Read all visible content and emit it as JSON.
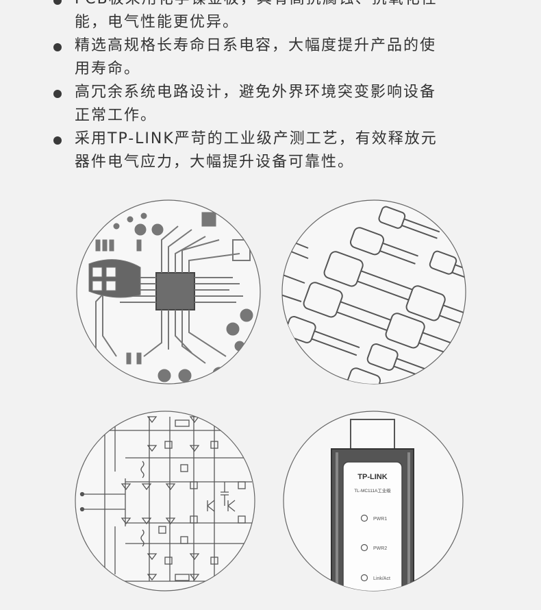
{
  "bullets": [
    {
      "line1": "PCB板采用化学镍金板，具有高抗腐蚀、抗氧化性",
      "line2": "能，电气性能更优异。"
    },
    {
      "line1": "精选高规格长寿命日系电容，大幅度提升产品的使",
      "line2": "用寿命。"
    },
    {
      "line1": "高冗余系统电路设计，避免外界环境突变影响设备",
      "line2": "正常工作。"
    },
    {
      "line1": "采用TP-LINK严苛的工业级产测工艺，有效释放元",
      "line2": "器件电气应力，大幅提升设备可靠性。"
    }
  ],
  "device": {
    "brand": "TP-LINK",
    "model": "TL-MC111A工业级",
    "leds": [
      "PWR1",
      "PWR2",
      "Link/Act"
    ]
  },
  "colors": {
    "line": "#555555",
    "background": "#f2f2f2",
    "text": "#333333"
  }
}
